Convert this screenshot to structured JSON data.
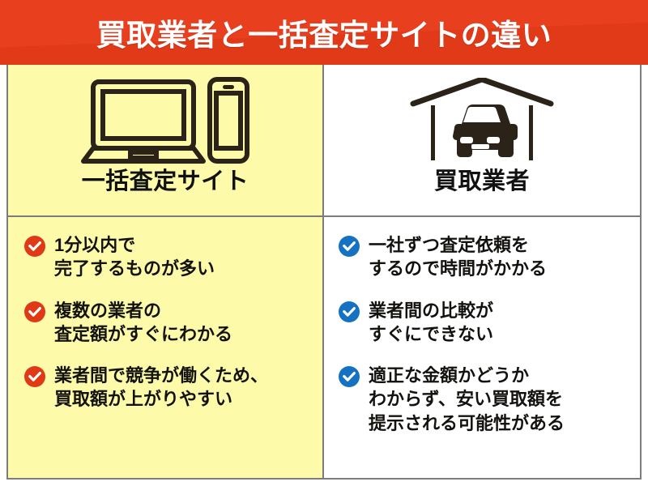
{
  "header": {
    "title": "買取業者と一括査定サイトの違い",
    "background_color": "#dd2a12",
    "stripe_color": "#e8401f",
    "text_color": "#ffffff"
  },
  "columns": [
    {
      "id": "bulk-assessment-site",
      "icon_name": "laptop-and-smartphone-icon",
      "label": "一括査定サイト",
      "background_color": "#fdfbaa",
      "check_color": "#de3a16",
      "bullets": [
        "1分以内で\n完了するものが多い",
        "複数の業者の\n査定額がすぐにわかる",
        "業者間で競争が働くため、\n買取額が上がりやすい"
      ]
    },
    {
      "id": "purchase-dealer",
      "icon_name": "car-in-garage-icon",
      "label": "買取業者",
      "background_color": "#ffffff",
      "check_color": "#1572c0",
      "bullets": [
        "一社ずつ査定依頼を\nするので時間がかかる",
        "業者間の比較が\nすぐにできない",
        "適正な金額かどうか\nわからず、安い買取額を\n提示される可能性がある"
      ]
    }
  ],
  "borders": {
    "grid_color": "#7c7c7c"
  }
}
